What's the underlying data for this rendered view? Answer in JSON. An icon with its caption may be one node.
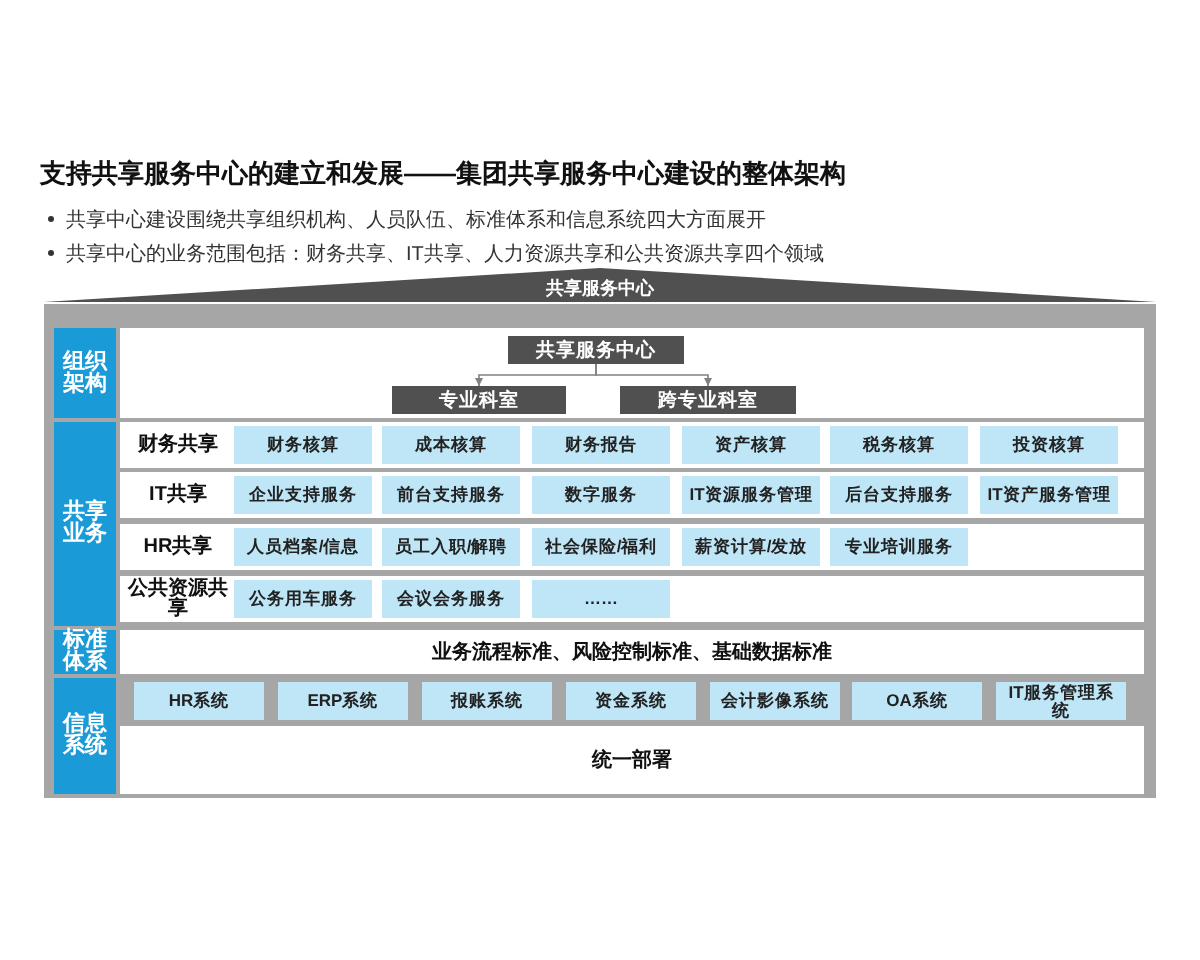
{
  "diagram": {
    "title": "支持共享服务中心的建立和发展——集团共享服务中心建设的整体架构",
    "nodes": [
      {
        "text": [
          "共享服务中心"
        ]
      },
      {
        "text": [
          "组织架构"
        ]
      },
      {
        "text": [
          "共享服务中心"
        ]
      },
      {
        "text": [
          "专业科室"
        ]
      },
      {
        "text": [
          "跨专业科室"
        ]
      },
      {
        "text": [
          "共享业务"
        ]
      },
      {
        "text": [
          "财务共享"
        ]
      },
      {
        "text": [
          "财务核算"
        ],
        "in": 6
      },
      {
        "text": [
          "成本核算"
        ],
        "in": 6
      },
      {
        "text": [
          "财务报告"
        ],
        "in": 6
      },
      {
        "text": [
          "资产核算"
        ],
        "in": 6
      },
      {
        "text": [
          "税务核算"
        ],
        "in": 6
      },
      {
        "text": [
          "投资核算"
        ],
        "in": 6
      },
      {
        "text": [
          "IT共享"
        ]
      },
      {
        "text": [
          "企业支持服务"
        ],
        "in": 13
      },
      {
        "text": [
          "前台支持服务"
        ],
        "in": 13
      },
      {
        "text": [
          "数字服务"
        ],
        "in": 13
      },
      {
        "text": [
          "IT资源服务管理"
        ],
        "in": 13
      },
      {
        "text": [
          "后台支持服务"
        ],
        "in": 13
      },
      {
        "text": [
          "IT资产服务管理"
        ],
        "in": 13
      },
      {
        "text": [
          "HR共享"
        ]
      },
      {
        "text": [
          "人员档案/信息"
        ],
        "in": 20
      },
      {
        "text": [
          "员工入职/解聘"
        ],
        "in": 20
      },
      {
        "text": [
          "社会保险/福利"
        ],
        "in": 20
      },
      {
        "text": [
          "薪资计算/发放"
        ],
        "in": 20
      },
      {
        "text": [
          "专业培训服务"
        ],
        "in": 20
      },
      {
        "text": [
          "公共资源共享"
        ]
      },
      {
        "text": [
          "公务用车服务"
        ],
        "in": 26
      },
      {
        "text": [
          "会议会务服务"
        ],
        "in": 26
      },
      {
        "text": [
          "……"
        ],
        "in": 26
      },
      {
        "text": [
          "标准体系"
        ]
      },
      {
        "text": [
          "业务流程标准、风险控制标准、基础数据标准"
        ]
      },
      {
        "text": [
          "信息系统"
        ]
      },
      {
        "text": [
          "HR系统"
        ]
      },
      {
        "text": [
          "ERP系统"
        ]
      },
      {
        "text": [
          "报账系统"
        ]
      },
      {
        "text": [
          "资金系统"
        ]
      },
      {
        "text": [
          "会计影像系统"
        ]
      },
      {
        "text": [
          "OA系统"
        ]
      },
      {
        "text": [
          "IT服务管理系统"
        ]
      },
      {
        "text": [
          "统一部署"
        ]
      }
    ],
    "edges": [
      {
        "from": 2,
        "to": 3,
        "arrow": "to"
      },
      {
        "from": 2,
        "to": 4,
        "arrow": "to"
      }
    ],
    "labels": [
      "共享中心建设围绕共享组织机构、人员队伍、标准体系和信息系统四大方面展开",
      "共享中心的业务范围包括：财务共享、IT共享、人力资源共享和公共资源共享四个领域"
    ]
  }
}
